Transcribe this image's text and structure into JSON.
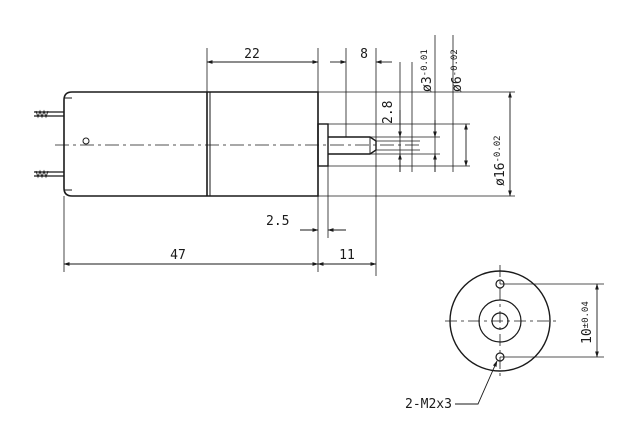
{
  "dimensions": {
    "body_length": "47",
    "section_length": "22",
    "shaft_length": "11",
    "flange_thickness": "2.5",
    "shaft_tip": "8",
    "flat_depth": "2.8",
    "shaft_dia_symbol": "ø3",
    "shaft_dia_tol": "-0.01",
    "boss_dia_symbol": "ø6",
    "boss_dia_tol": "-0.02",
    "body_dia_symbol": "ø16",
    "body_dia_tol": "-0.02",
    "hole_spacing": "10",
    "hole_spacing_tol": "±0.04",
    "mount_holes": "2-M2x3"
  },
  "colors": {
    "line": "#1a1a1a",
    "background": "#ffffff"
  }
}
